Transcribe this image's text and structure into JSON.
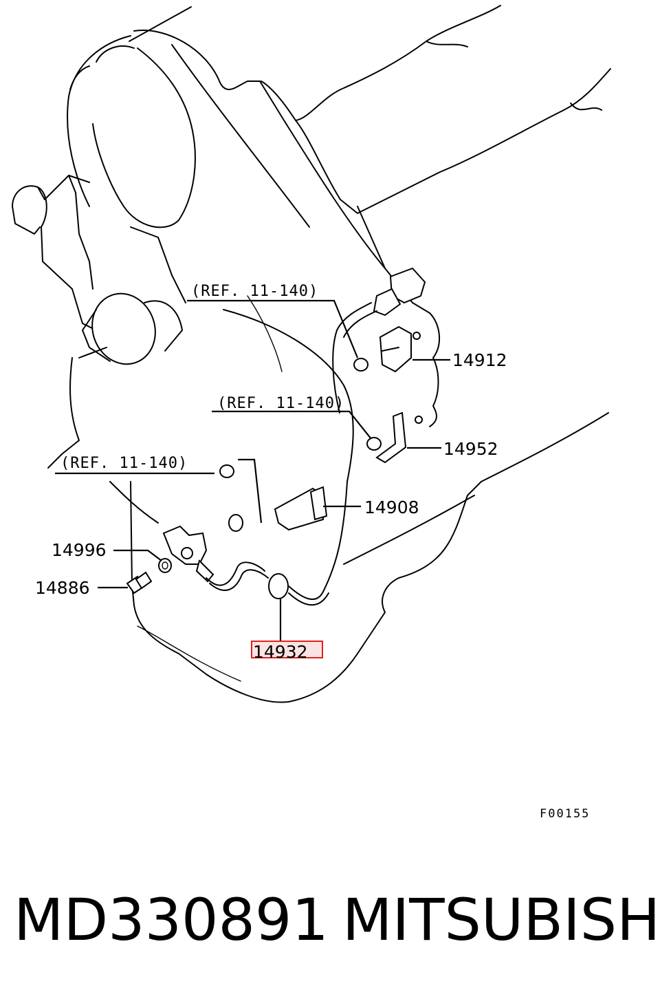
{
  "diagram": {
    "refs": [
      "(REF. 11-140)",
      "(REF. 11-140)",
      "(REF. 11-140)"
    ],
    "parts": {
      "p14912": "14912",
      "p14952": "14952",
      "p14908": "14908",
      "p14996": "14996",
      "p14886": "14886",
      "p14932": "14932"
    },
    "highlight_color": "#e0201c",
    "highlight_fill": "#fbe3e3",
    "figure_code": "F00155"
  },
  "footer": {
    "part_number": "MD330891",
    "brand": "MITSUBISHI"
  }
}
